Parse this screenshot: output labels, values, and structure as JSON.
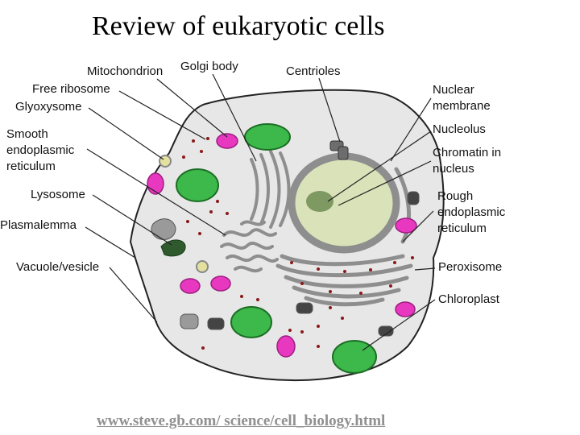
{
  "slide": {
    "title": "Review of eukaryotic cells",
    "source": "www.steve.gb.com/ science/cell_biology.html"
  },
  "labels": {
    "mitochondrion": "Mitochondrion",
    "golgi_body": "Golgi body",
    "centrioles": "Centrioles",
    "free_ribosome": "Free ribosome",
    "glyoxysome": "Glyoxysome",
    "smooth_er": [
      "Smooth",
      "endoplasmic",
      "reticulum"
    ],
    "lysosome": "Lysosome",
    "plasmalemma": "Plasmalemma",
    "vacuole_vesicle": "Vacuole/vesicle",
    "nuclear_membrane": [
      "Nuclear",
      "membrane"
    ],
    "nucleolus": "Nucleolus",
    "chromatin": [
      "Chromatin in",
      "nucleus"
    ],
    "rough_er": [
      "Rough",
      "endoplasmic",
      "reticulum"
    ],
    "peroxisome": "Peroxisome",
    "chloroplast": "Chloroplast"
  },
  "colors": {
    "cell_fill": "#e7e7e7",
    "nucleus_fill": "#d9e2b8",
    "nucleolus_fill": "#7e9a62",
    "chloroplast": "#3db84a",
    "mitochondrion": "#e838c0",
    "ribosome": "#8a1a1a",
    "er": "#8e8e8e"
  }
}
